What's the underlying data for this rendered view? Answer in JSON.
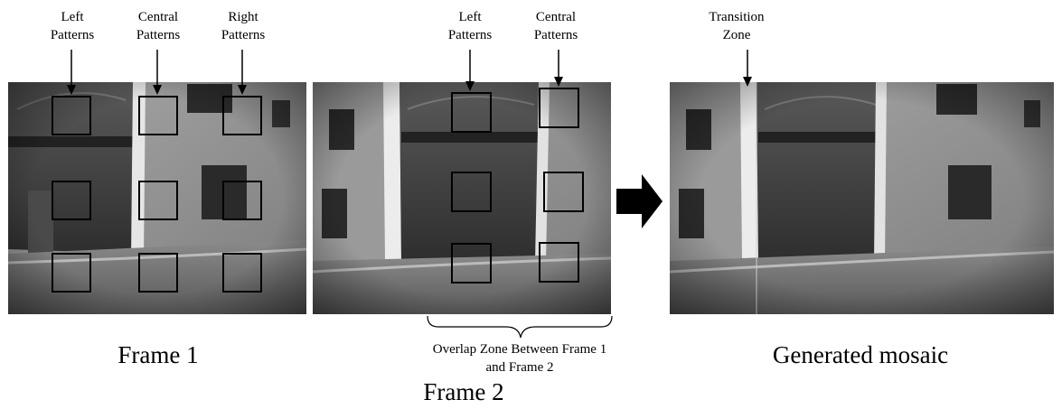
{
  "labels": {
    "f1_left": "Left\nPatterns",
    "f1_central": "Central\nPatterns",
    "f1_right": "Right\nPatterns",
    "f2_left": "Left\nPatterns",
    "f2_central": "Central\nPatterns",
    "transition": "Transition\nZone",
    "overlap": "Overlap Zone Between Frame 1\nand Frame 2"
  },
  "captions": {
    "frame1": "Frame 1",
    "frame2": "Frame 2",
    "mosaic": "Generated mosaic"
  }
}
